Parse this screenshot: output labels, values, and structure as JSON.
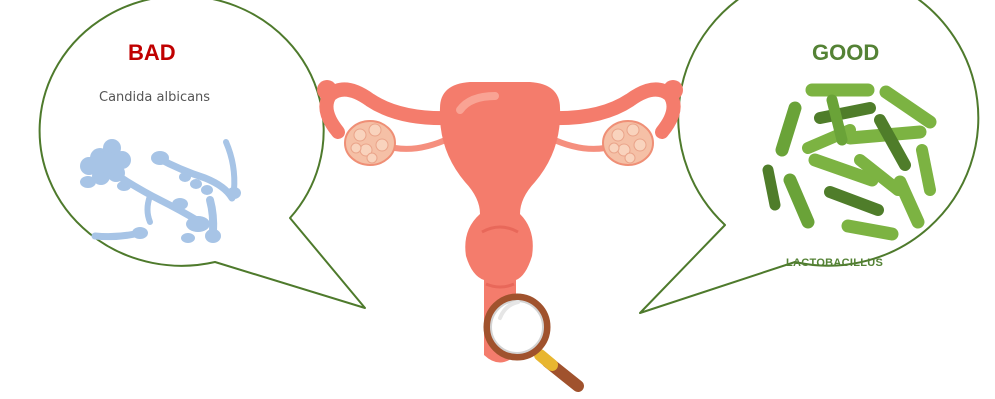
{
  "left_bubble": {
    "title": "BAD",
    "subtitle": "Candida albicans",
    "title_color": "#c00000",
    "illustration": "yeast-fungus"
  },
  "right_bubble": {
    "title": "GOOD",
    "subtitle": "LACTOBACILLUS",
    "title_color": "#548235",
    "illustration": "rod-bacteria"
  },
  "center": {
    "illustration": "uterus",
    "overlay_icon": "magnifying-glass-icon"
  },
  "colors": {
    "bubble_outline": "#4e7a2c",
    "fungus": "#a7c4e6",
    "bacteria_light": "#7cb342",
    "bacteria_dark": "#4f7d2a",
    "uterus": "#f47c6c",
    "ovary": "#f5c0a6"
  }
}
